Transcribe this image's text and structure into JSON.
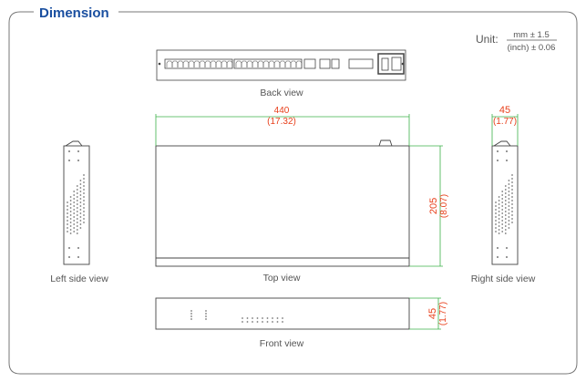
{
  "title": "Dimension",
  "unit": {
    "label": "Unit:",
    "numerator": "mm ± 1.5",
    "denominator": "(inch) ± 0.06"
  },
  "views": {
    "back": "Back view",
    "top": "Top view",
    "left": "Left side view",
    "right": "Right side view",
    "front": "Front view"
  },
  "dimensions": {
    "width_mm": "440",
    "width_in": "(17.32)",
    "depth_mm": "205",
    "depth_in": "(8.07)",
    "side_height_mm": "45",
    "side_height_in": "(1.77)",
    "front_height_mm": "45",
    "front_height_in": "(1.77)"
  },
  "colors": {
    "title": "#1a4fa0",
    "dimension_text": "#e8401c",
    "dimension_line": "#3cb04a",
    "outline": "#444444"
  }
}
